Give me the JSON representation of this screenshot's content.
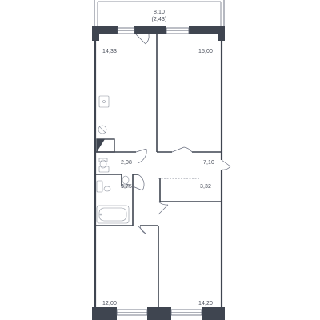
{
  "colors": {
    "wall": "#3f4550",
    "line": "#5a6070",
    "fixture": "#8a909c",
    "background": "#ffffff"
  },
  "rooms": [
    {
      "id": "balcony",
      "area": "8,10",
      "area_note": "(2,43)"
    },
    {
      "id": "room-top-left",
      "area": "14,33"
    },
    {
      "id": "room-top-right",
      "area": "15,00"
    },
    {
      "id": "bathroom",
      "area": "2,08"
    },
    {
      "id": "hall",
      "area": "7,10"
    },
    {
      "id": "bath-2",
      "area": "3,75"
    },
    {
      "id": "storage",
      "area": "3,32"
    },
    {
      "id": "room-bottom-left",
      "area": "12,00"
    },
    {
      "id": "room-bottom-right",
      "area": "14,20"
    }
  ]
}
